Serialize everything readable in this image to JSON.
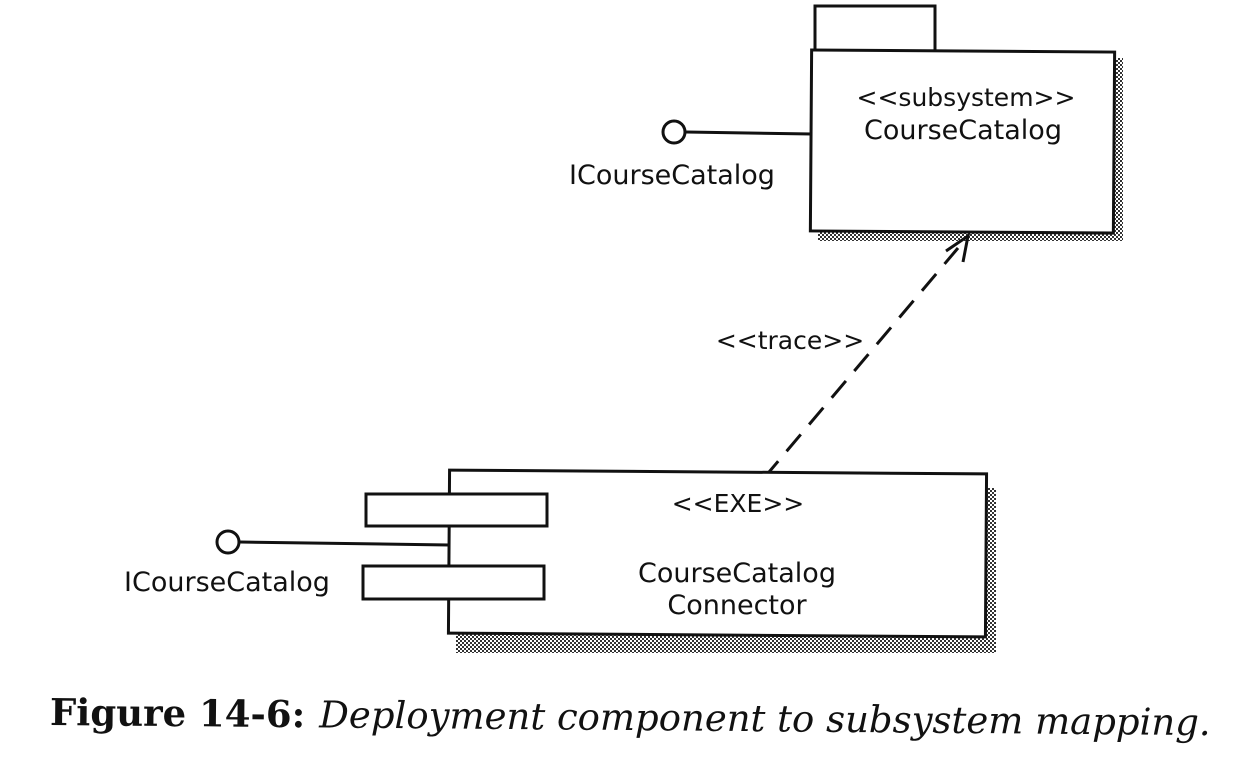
{
  "subsystem": {
    "stereotype": "<<subsystem>>",
    "name": "CourseCatalog",
    "interface_label": "ICourseCatalog"
  },
  "dependency": {
    "label": "<<trace>>"
  },
  "component": {
    "stereotype": "<<EXE>>",
    "name_line1": "CourseCatalog",
    "name_line2": "Connector",
    "interface_label": "ICourseCatalog"
  },
  "caption": {
    "number": "Figure 14-6:",
    "text": "Deployment component to subsystem mapping."
  }
}
